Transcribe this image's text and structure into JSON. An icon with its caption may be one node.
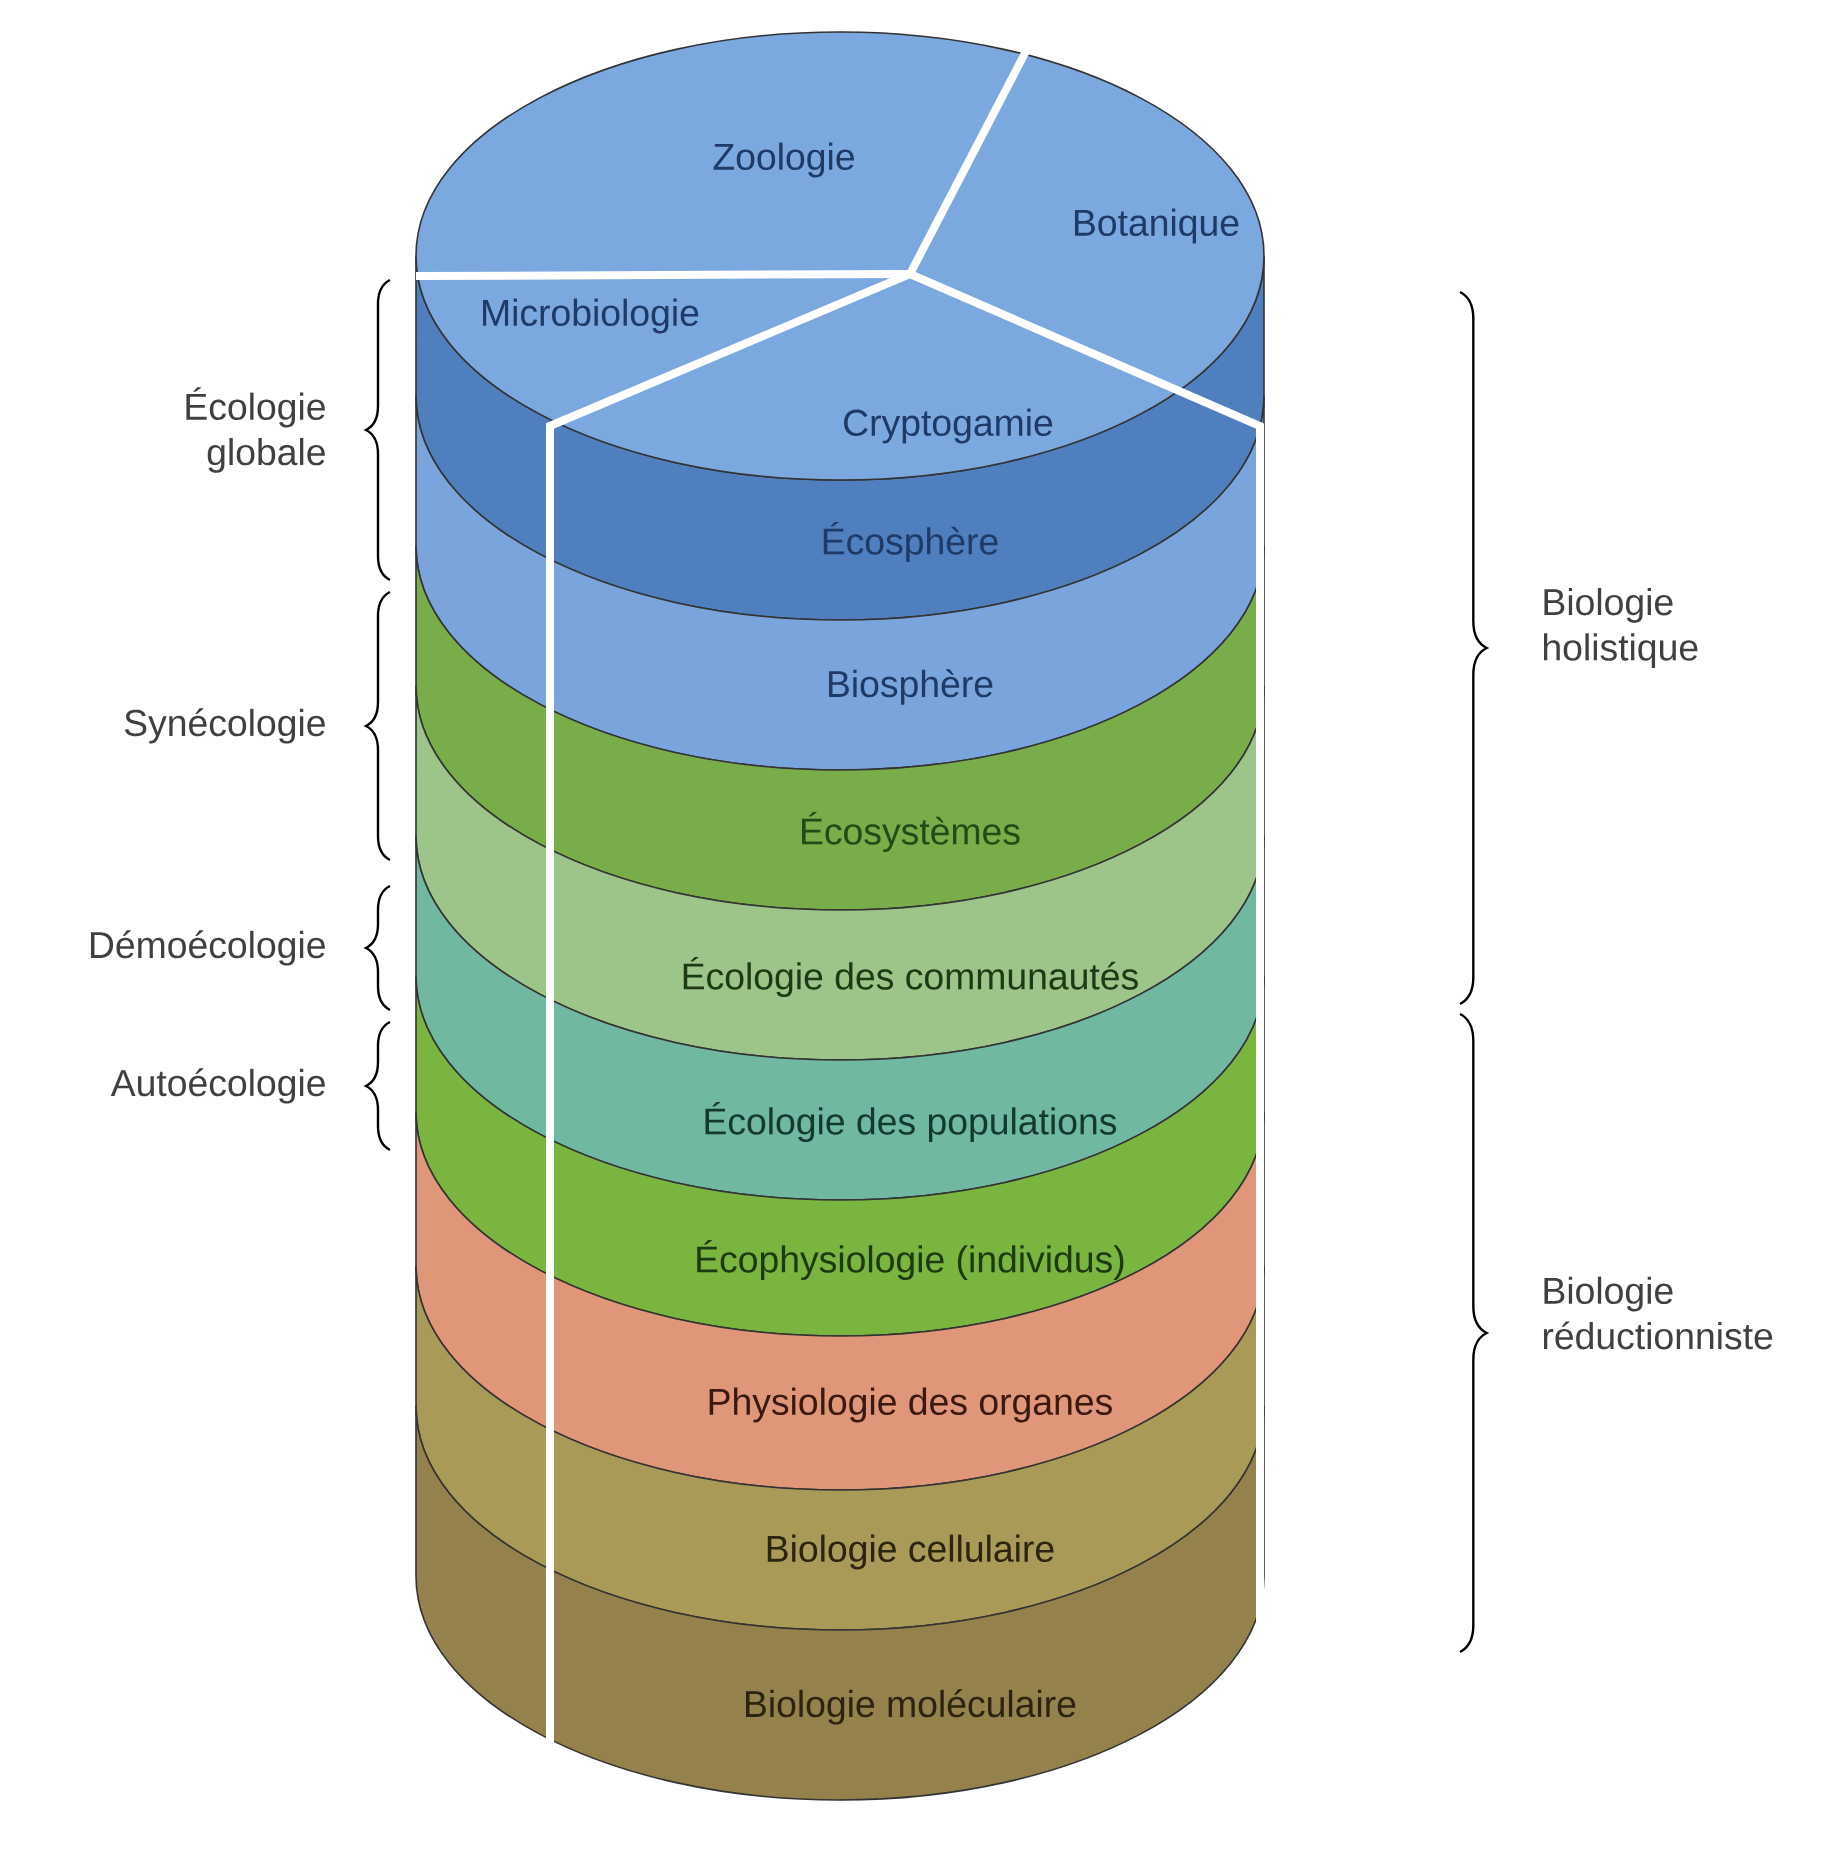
{
  "diagram": {
    "nodes": [
      {
        "text": [
          "Zoologie"
        ]
      },
      {
        "text": [
          "Botanique"
        ]
      },
      {
        "text": [
          "Microbiologie"
        ]
      },
      {
        "text": [
          "Cryptogamie"
        ]
      },
      {
        "text": [
          "Écosphère"
        ]
      },
      {
        "text": [
          "Biosphère"
        ]
      },
      {
        "text": [
          "Écosystèmes"
        ]
      },
      {
        "text": [
          "Écologie des communautés"
        ]
      },
      {
        "text": [
          "Écologie des populations"
        ]
      },
      {
        "text": [
          "Écophysiologie (individus)"
        ]
      },
      {
        "text": [
          "Physiologie des organes"
        ]
      },
      {
        "text": [
          "Biologie cellulaire"
        ]
      },
      {
        "text": [
          "Biologie moléculaire"
        ]
      }
    ],
    "labels": [
      "Écologie globale",
      "Biologie holistique",
      "Synécologie",
      "Démoécologie",
      "Autoécologie",
      "Biologie réductionniste"
    ]
  }
}
